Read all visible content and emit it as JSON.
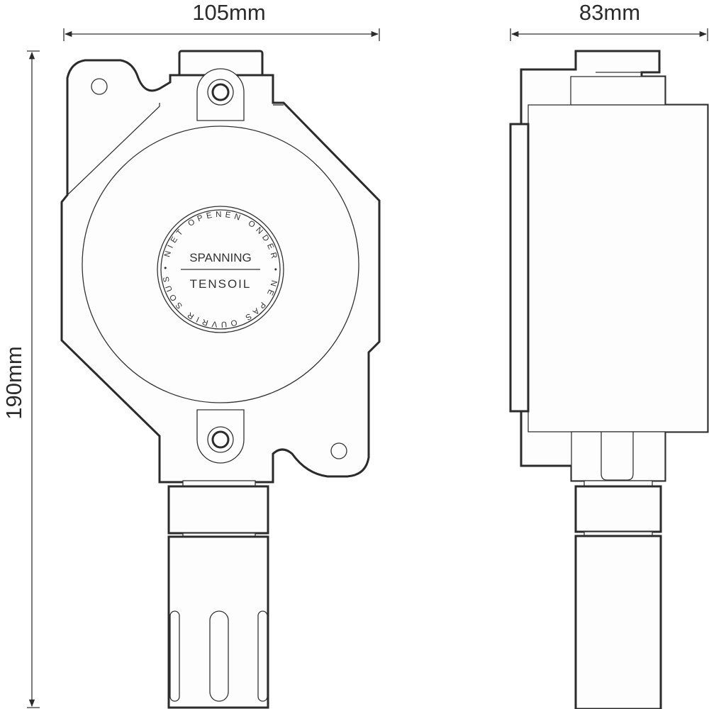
{
  "dimensions": {
    "front_width": "105mm",
    "side_depth": "83mm",
    "height": "190mm"
  },
  "label_seal": {
    "center_top": "SPANNING",
    "center_bottom": "TENSOIL",
    "ring_text": "• NIET  OPENEN  ONDER • NE  PAS  OUVRIR  SOUS"
  },
  "colors": {
    "line": "#2b2b2b",
    "background": "#ffffff"
  }
}
